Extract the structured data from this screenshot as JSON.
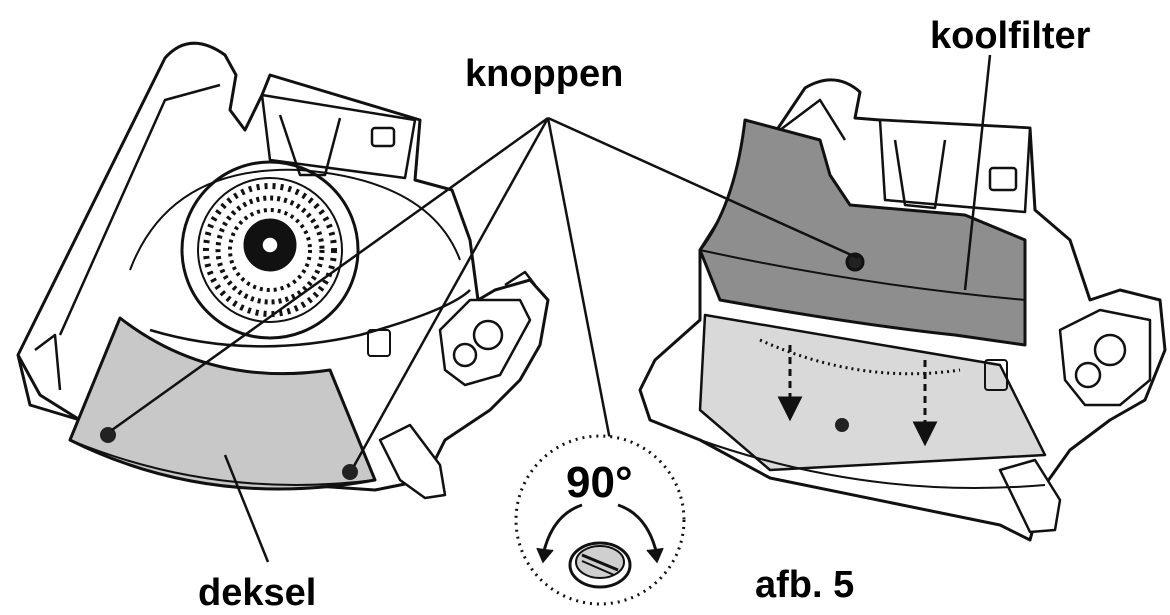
{
  "labels": {
    "knoppen": "knoppen",
    "koolfilter": "koolfilter",
    "deksel": "deksel",
    "rotation": "90°",
    "figure": "afb. 5"
  },
  "icons": [
    "fan-icon",
    "knob-icon",
    "rotate-arrow-icon",
    "arrow-down-icon"
  ],
  "colors": {
    "panel_gray": "#c8c8c8",
    "filter_gray": "#8e8e8e",
    "line": "#111111"
  }
}
